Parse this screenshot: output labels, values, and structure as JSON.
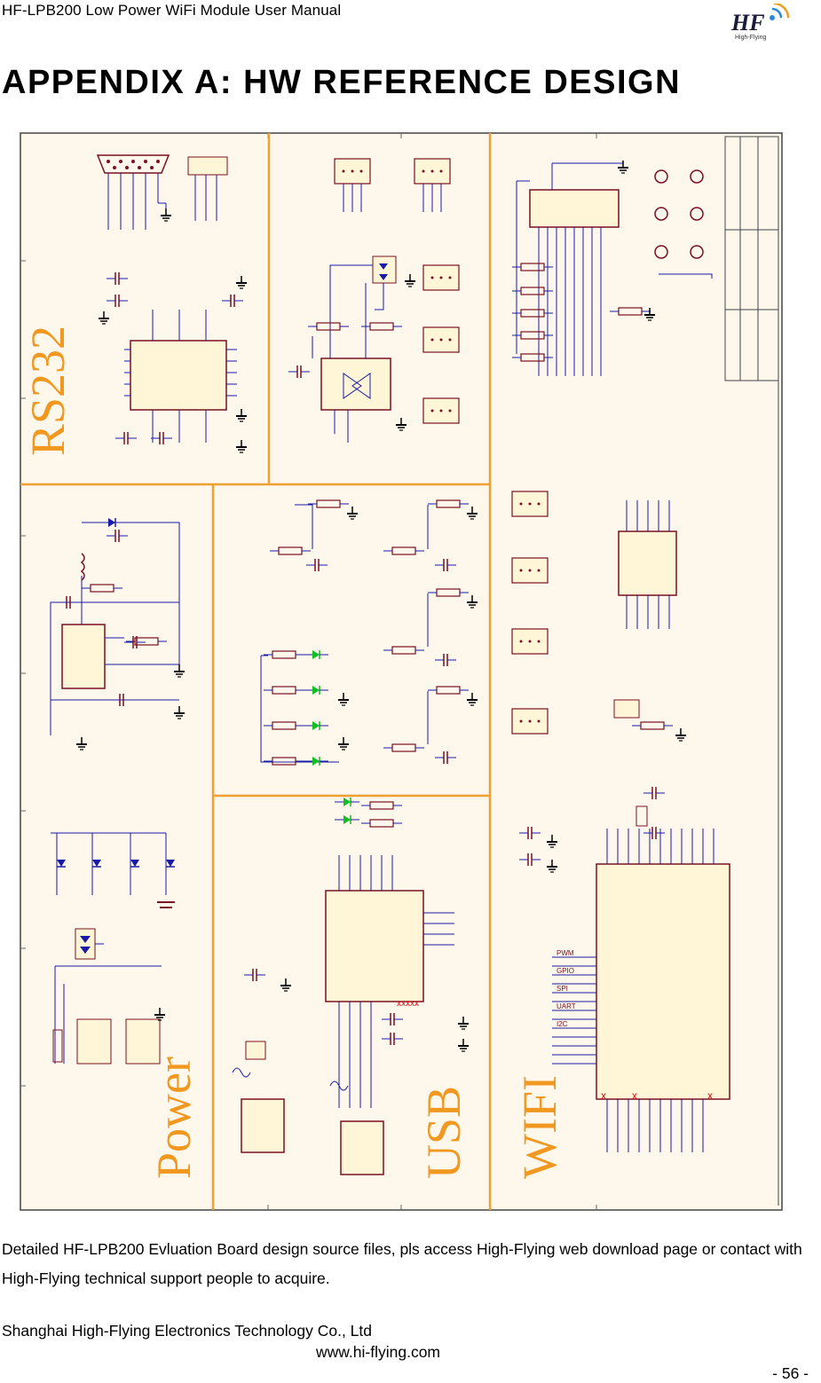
{
  "header": {
    "title": "HF-LPB200 Low Power WiFi Module User Manual",
    "logo_text": "HF",
    "logo_subtext": "High-Flying"
  },
  "heading": "APPENDIX A: HW REFERENCE DESIGN",
  "schematic": {
    "sections": [
      "RS232",
      "Power",
      "USB",
      "WIFI"
    ],
    "colors": {
      "background": "#fdf7ec",
      "frame": "#f0a030",
      "section_label": "#f09820",
      "wire": "#1a1aa8",
      "part": "#7a1020",
      "led": "#10c020",
      "ground": "#000000"
    }
  },
  "note": "Detailed HF-LPB200 Evluation Board design source files, pls access High-Flying web download page or contact with High-Flying technical support people to acquire.",
  "footer": {
    "company": "Shanghai High-Flying Electronics Technology Co., Ltd",
    "website": "www.hi-flying.com",
    "page": "- 56 -"
  }
}
